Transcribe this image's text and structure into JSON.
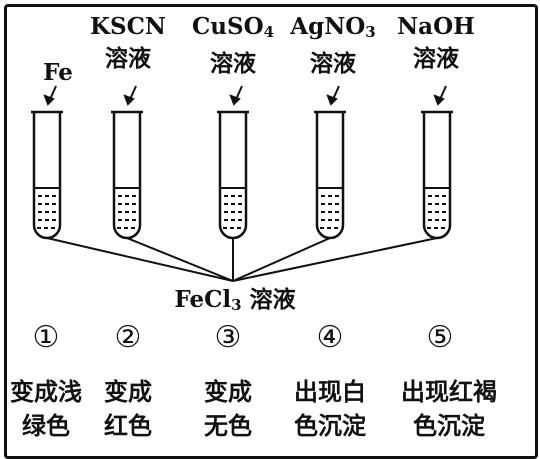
{
  "reagents": [
    {
      "id": 1,
      "line1": "Fe",
      "line2": ""
    },
    {
      "id": 2,
      "line1": "KSCN",
      "line2": "溶液"
    },
    {
      "id": 3,
      "line1": "CuSO",
      "line1_sub": "4",
      "line2": "溶液"
    },
    {
      "id": 4,
      "line1": "AgNO",
      "line1_sub": "3",
      "line2": "溶液"
    },
    {
      "id": 5,
      "line1": "NaOH",
      "line2": "溶液"
    }
  ],
  "source": {
    "text_main": "FeCl",
    "text_sub": "3",
    "text_suffix": " 溶液"
  },
  "numbers": [
    "①",
    "②",
    "③",
    "④",
    "⑤"
  ],
  "observations": [
    {
      "line1": "变成浅",
      "line2": "绿色"
    },
    {
      "line1": "变成",
      "line2": "红色"
    },
    {
      "line1": "变成",
      "line2": "无色"
    },
    {
      "line1": "出现白",
      "line2": "色沉淀"
    },
    {
      "line1": "出现红褐",
      "line2": "色沉淀"
    }
  ],
  "colors": {
    "ink": "#111111",
    "background": "#ffffff"
  }
}
